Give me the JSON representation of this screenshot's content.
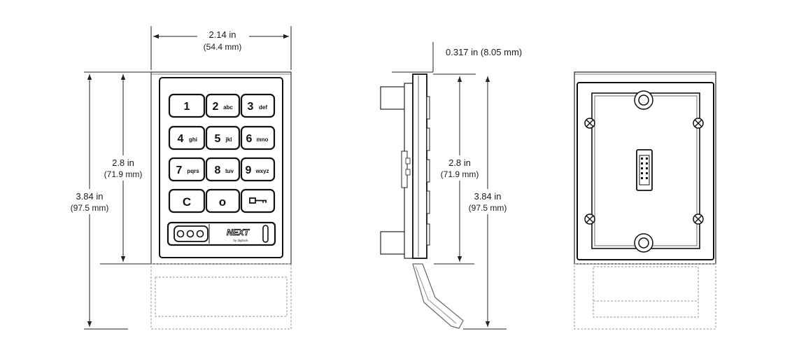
{
  "front_view": {
    "width_dim": {
      "inches": "2.14 in",
      "mm": "(54.4 mm)"
    },
    "inner_height_dim": {
      "inches": "2.8 in",
      "mm": "(71.9 mm)"
    },
    "overall_height_dim": {
      "inches": "3.84 in",
      "mm": "(97.5 mm)"
    },
    "keypad": {
      "rows": [
        [
          {
            "num": "1",
            "letters": ""
          },
          {
            "num": "2",
            "letters": "abc"
          },
          {
            "num": "3",
            "letters": "def"
          }
        ],
        [
          {
            "num": "4",
            "letters": "ghi"
          },
          {
            "num": "5",
            "letters": "jkl"
          },
          {
            "num": "6",
            "letters": "mno"
          }
        ],
        [
          {
            "num": "7",
            "letters": "pqrs"
          },
          {
            "num": "8",
            "letters": "tuv"
          },
          {
            "num": "9",
            "letters": "wxyz"
          }
        ],
        [
          {
            "num": "C",
            "letters": ""
          },
          {
            "num": "o",
            "letters": ""
          },
          {
            "num": "",
            "letters": "",
            "icon": "key-icon"
          }
        ]
      ]
    },
    "brand": {
      "logo_text": "NEXT",
      "sub_text": "by digilock"
    }
  },
  "side_view": {
    "depth_dim": "0.317 in (8.05 mm)",
    "inner_height_dim": {
      "inches": "2.8 in",
      "mm": "(71.9 mm)"
    },
    "overall_height_dim": {
      "inches": "3.84 in",
      "mm": "(97.5 mm)"
    }
  },
  "colors": {
    "line": "#222222",
    "dashed": "#9a9a9a",
    "background": "#ffffff"
  }
}
